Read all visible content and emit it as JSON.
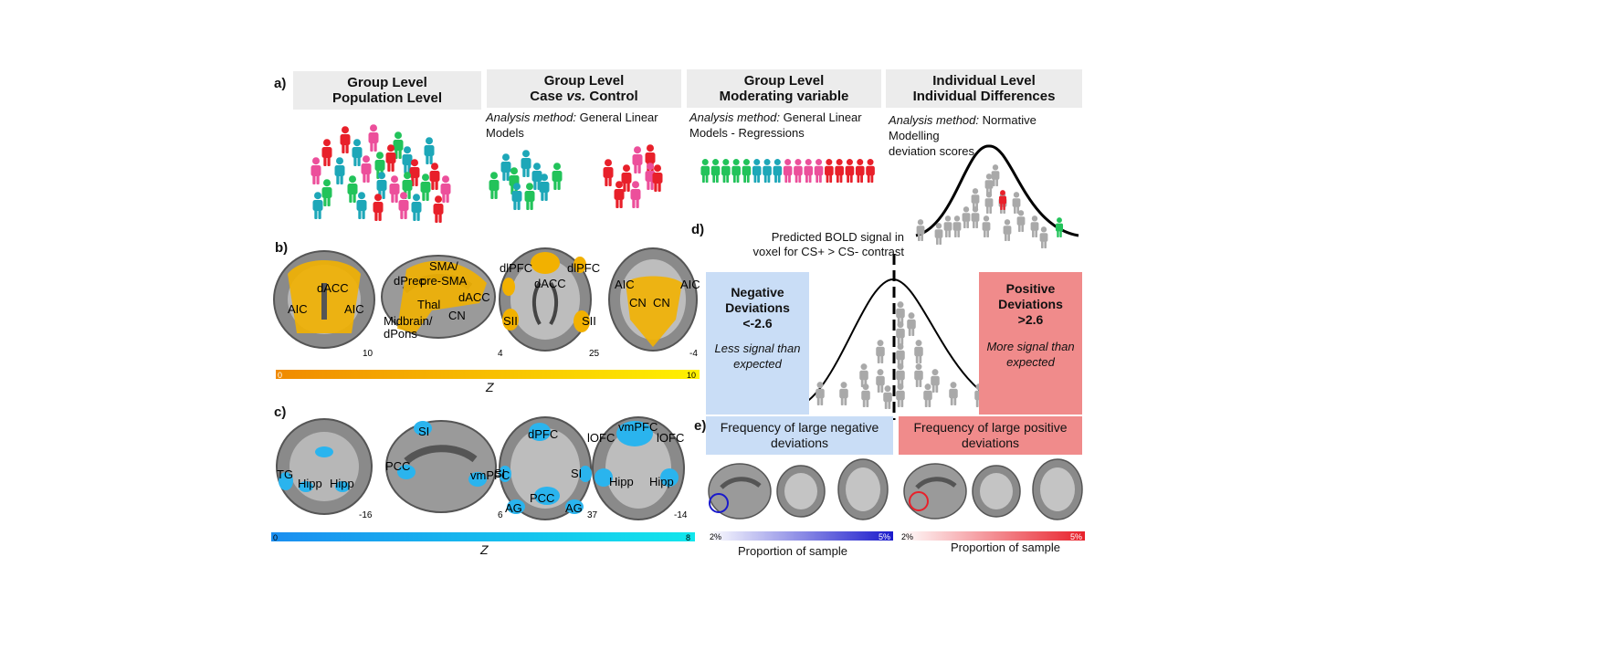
{
  "panel_a": {
    "letter": "a)",
    "headers": [
      {
        "line1": "Group Level",
        "line2": "Population Level"
      },
      {
        "line1": "Group Level",
        "line2_pre": "Case ",
        "line2_it": "vs.",
        "line2_post": " Control"
      },
      {
        "line1": "Group Level",
        "line2": "Moderating variable"
      },
      {
        "line1": "Individual Level",
        "line2": "Individual Differences"
      }
    ],
    "methods": [
      {
        "label": "Analysis method:",
        "text_l1": " General Linear",
        "text_l2": "Models"
      },
      {
        "label": "Analysis method:",
        "text_l1": " General Linear",
        "text_l2": "Models  - Regressions"
      },
      {
        "label": "Analysis method:",
        "text_l1": " Normative Modelling",
        "text_l2": "deviation scores"
      }
    ]
  },
  "panel_b": {
    "letter": "b)",
    "labels": [
      "dACC",
      "AIC",
      "AIC",
      "SMA/",
      "pre-SMA",
      "dPrec",
      "Thal",
      "dACC",
      "CN",
      "Midbrain/",
      "dPons",
      "dlPFC",
      "dlPFC",
      "dACC",
      "SII",
      "SII",
      "AIC",
      "AIC",
      "CN",
      "CN"
    ],
    "slice_numbers": [
      "10",
      "4",
      "25",
      "-4"
    ],
    "colorbar": {
      "min": "0",
      "max": "10",
      "label": "Z",
      "from": "#f08a00",
      "to": "#fff200"
    },
    "blob_color": "#f2b100"
  },
  "panel_c": {
    "letter": "c)",
    "labels": [
      "TG",
      "Hipp",
      "Hipp",
      "SI",
      "PCC",
      "vmPFC",
      "dPFC",
      "SI",
      "SI",
      "PCC",
      "AG",
      "AG",
      "vmPFC",
      "lOFC",
      "lOFC",
      "Hipp",
      "Hipp"
    ],
    "slice_numbers": [
      "-16",
      "6",
      "37",
      "-14"
    ],
    "colorbar": {
      "min": "0",
      "max": "8",
      "label": "Z",
      "from": "#1a8ef0",
      "to": "#12e6ec"
    },
    "blob_color": "#2ab4ee"
  },
  "panel_d": {
    "letter": "d)",
    "title_l1": "Predicted BOLD signal in",
    "title_l2": "voxel for CS+ > CS- contrast",
    "negative": {
      "l1": "Negative",
      "l2": "Deviations",
      "l3": "<-2.6",
      "s1": "Less signal than",
      "s2": "expected"
    },
    "positive": {
      "l1": "Positive",
      "l2": "Deviations",
      "l3": ">2.6",
      "s1": "More signal than",
      "s2": "expected"
    }
  },
  "panel_e": {
    "letter": "e)",
    "neg_l1": "Frequency of large negative",
    "neg_l2": "deviations",
    "pos_l1": "Frequency of large positive",
    "pos_l2": "deviations",
    "neg_bar": {
      "min": "2%",
      "max": "5%",
      "label": "Proportion of sample",
      "from": "#ffffff",
      "to": "#1a1acc"
    },
    "pos_bar": {
      "min": "2%",
      "max": "5%",
      "label": "Proportion of sample",
      "from": "#ffffff",
      "to": "#e8202a"
    }
  },
  "colors": {
    "pink": "#ec4f9b",
    "red": "#e8202a",
    "teal": "#1da7b8",
    "green": "#22c35a",
    "grey": "#a9a9a9",
    "neg_box": "#c9ddf6",
    "pos_box": "#f08b8b",
    "header_bg": "#ececec"
  }
}
